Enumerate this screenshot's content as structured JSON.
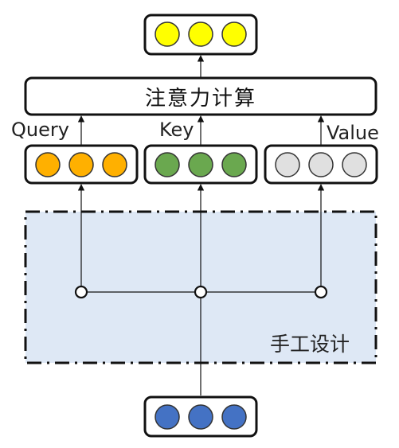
{
  "attention": {
    "label": "注意力计算"
  },
  "inputs": {
    "query": {
      "label": "Query",
      "color": "#FFB000"
    },
    "key": {
      "label": "Key",
      "color": "#6AA84F"
    },
    "value": {
      "label": "Value",
      "color": "#E0E0E0"
    }
  },
  "output": {
    "color": "#FFFF00"
  },
  "source": {
    "color": "#4472C4"
  },
  "region": {
    "label": "手工设计",
    "fill": "#DEE8F5"
  }
}
